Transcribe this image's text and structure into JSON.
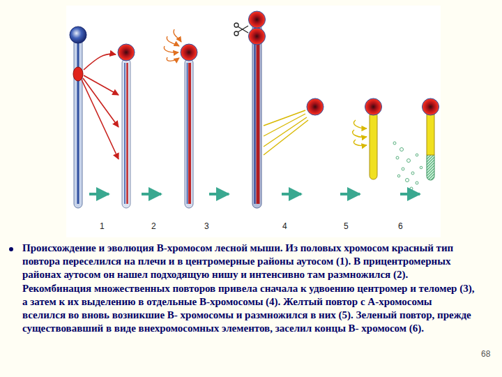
{
  "diagram": {
    "caption": "Происхождение и эволюция В-хромосом лесной мыши. Из половых хромосом красный тип повтора переселился на плечи и в центромерные районы аутосом (1). В прицентромерных районах аутосом он нашел подходящую нишу и интенсивно там размножился (2). Рекомбинация множественных повторов привела сначала к удвоению центромер и теломер (3), а затем к их выделению в отдельные В-хромосомы (4). Желтый повтор с А-хромосомы вселился во вновь возникшие В- хромосомы и размножился в них (5). Зеленый повтор, прежде существовавший в виде внехромосомных элементов, заселил концы В- хромосом (6).",
    "labels": [
      "1",
      "2",
      "3",
      "4",
      "5",
      "6",
      "68"
    ]
  }
}
